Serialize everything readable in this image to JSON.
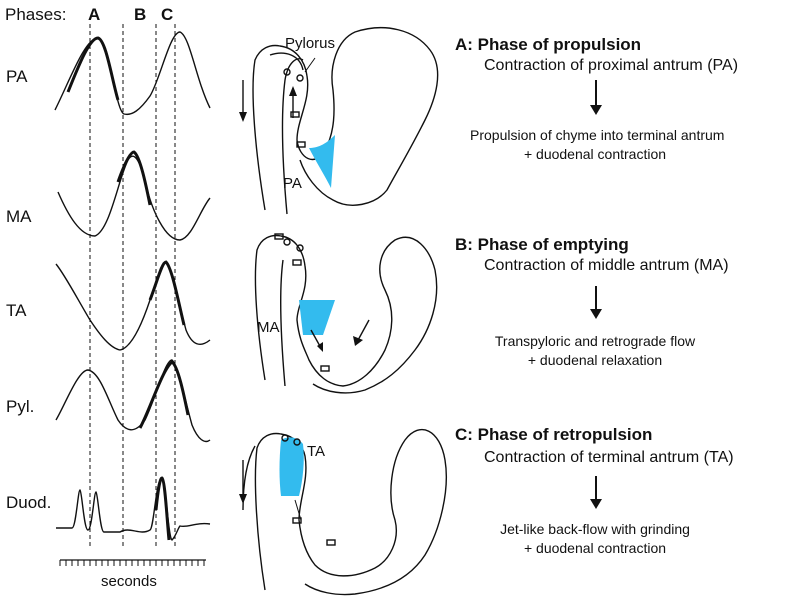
{
  "header": {
    "phases_label": "Phases:",
    "A": "A",
    "B": "B",
    "C": "C"
  },
  "traces": {
    "labels": [
      "PA",
      "MA",
      "TA",
      "Pyl.",
      "Duod."
    ],
    "time_axis_label": "seconds"
  },
  "diagrams": {
    "pylorus_label": "Pylorus",
    "region_labels": [
      "PA",
      "MA",
      "TA"
    ],
    "fill_color": "#33bbee"
  },
  "phases": [
    {
      "title": "A: Phase of propulsion",
      "contraction": "Contraction of proximal antrum (PA)",
      "result_line1": "Propulsion of chyme into terminal antrum",
      "result_line2": "+ duodenal contraction"
    },
    {
      "title": "B: Phase of emptying",
      "contraction": "Contraction of middle antrum (MA)",
      "result_line1": "Transpyloric and retrograde flow",
      "result_line2": "+ duodenal relaxation"
    },
    {
      "title": "C: Phase of retropulsion",
      "contraction": "Contraction of terminal antrum (TA)",
      "result_line1": "Jet-like back-flow with grinding",
      "result_line2": "+ duodenal contraction"
    }
  ]
}
